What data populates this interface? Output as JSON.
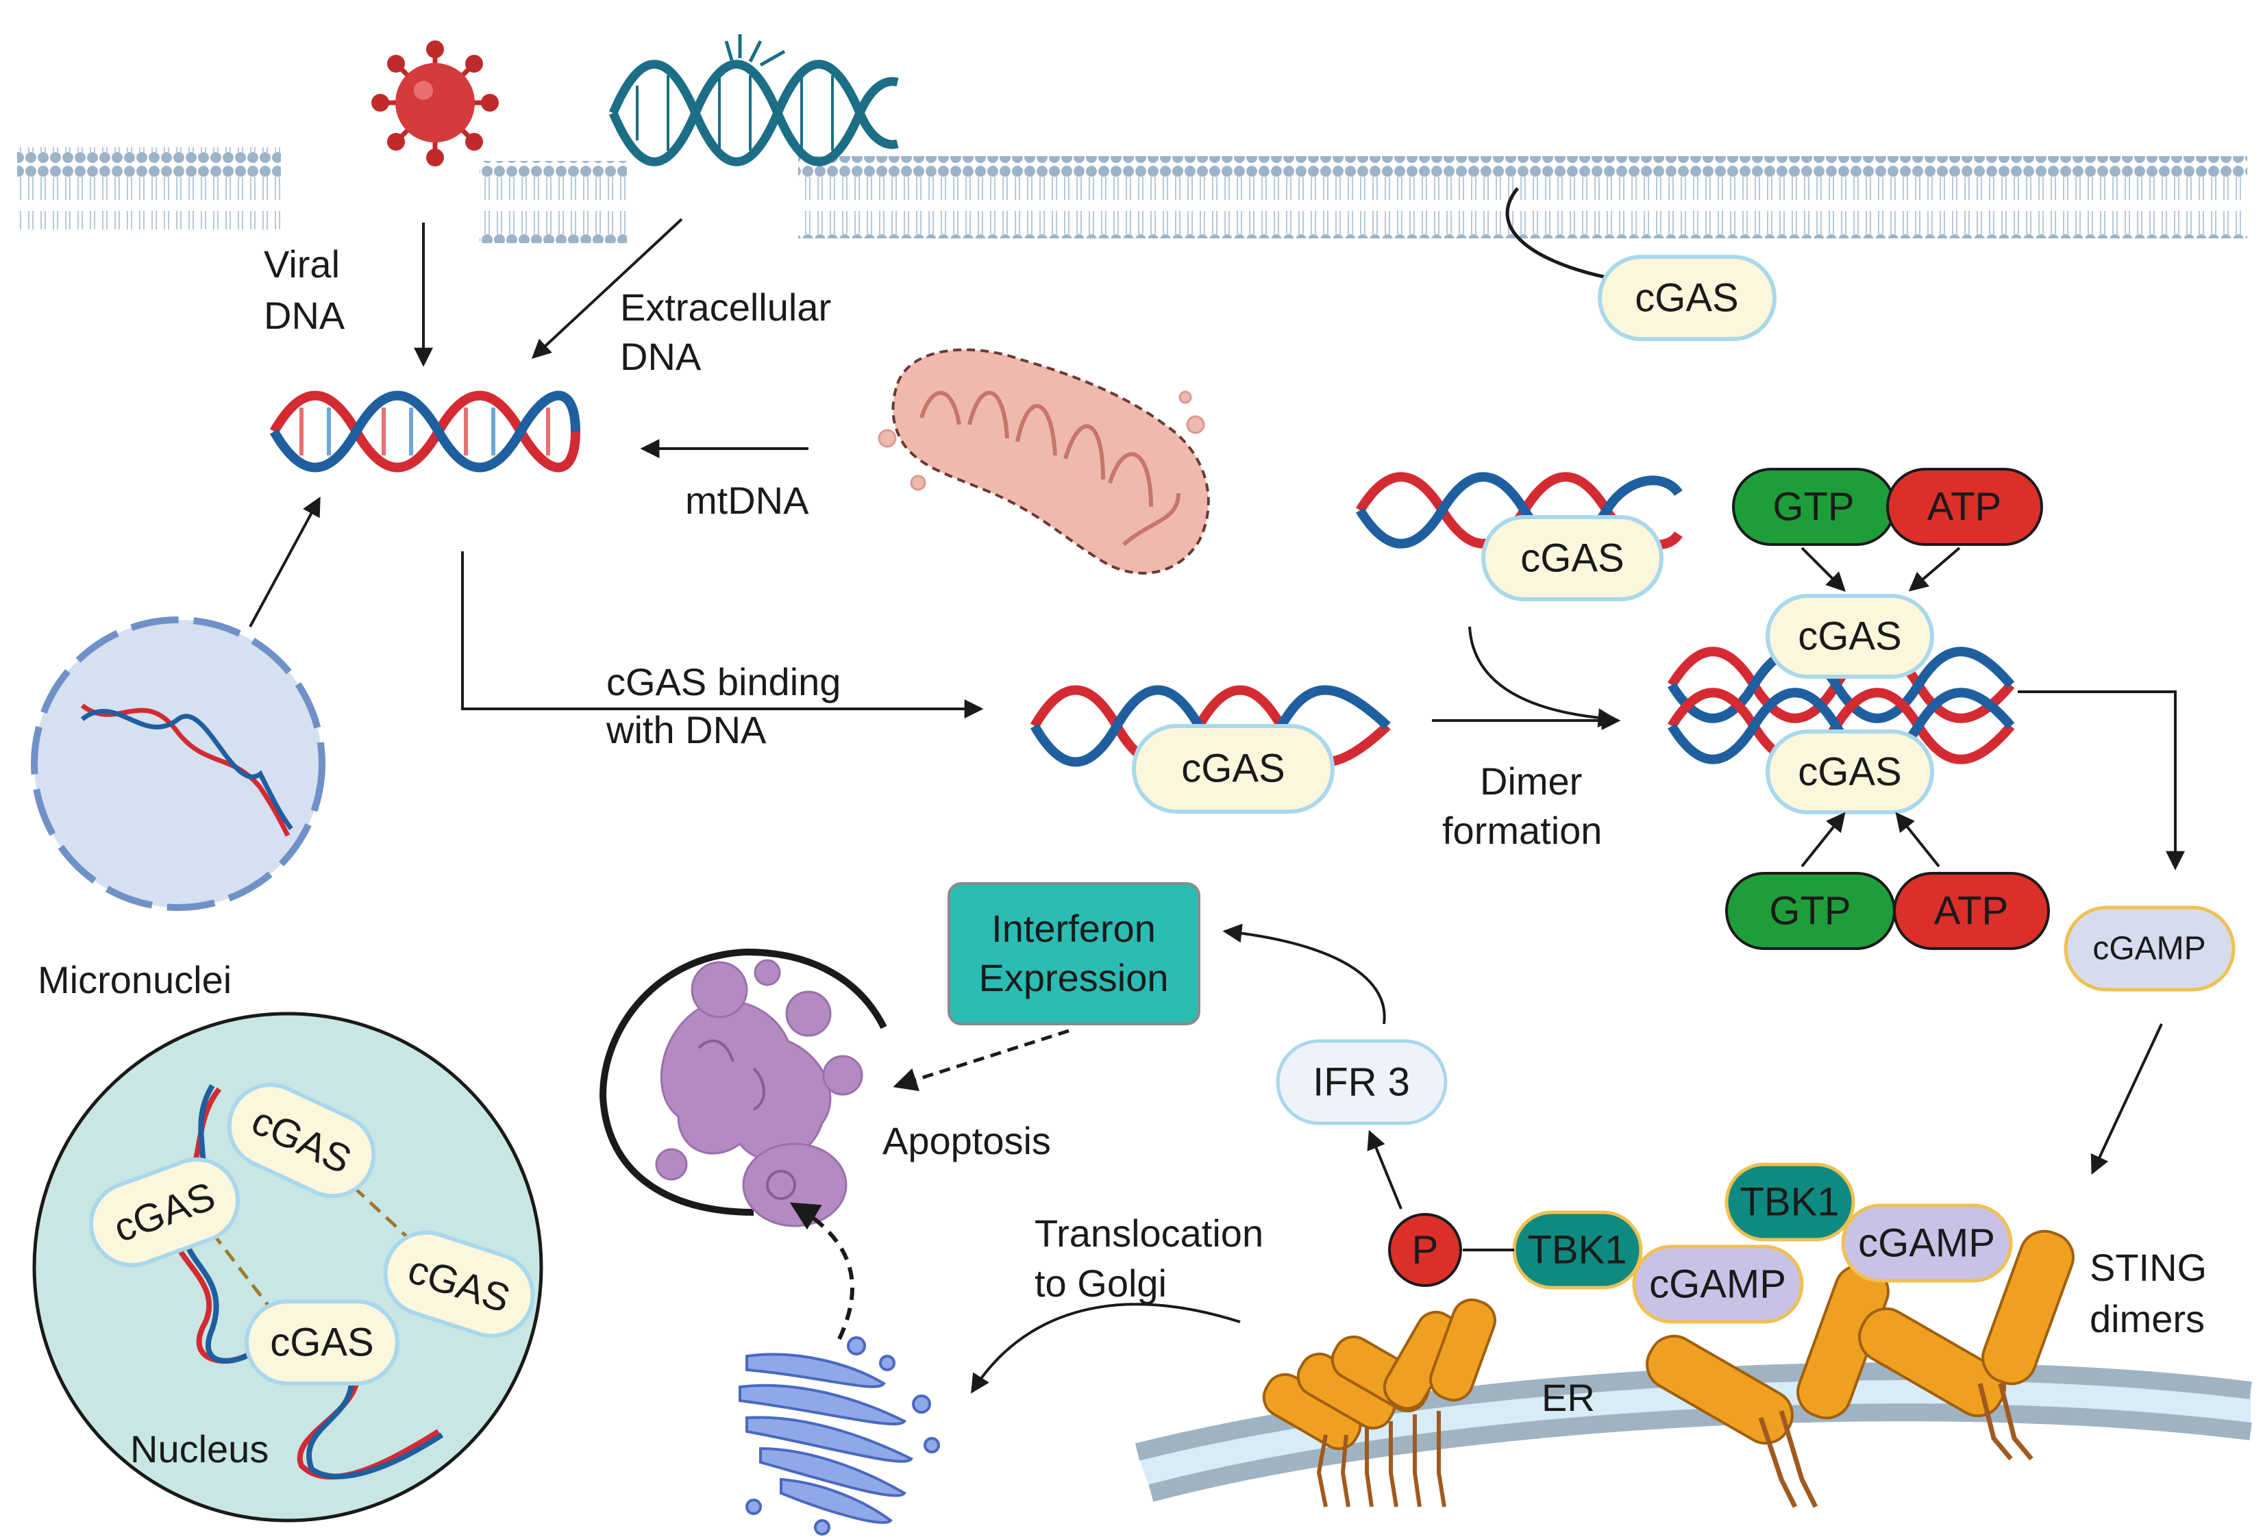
{
  "labels": {
    "viral_dna_1": "Viral",
    "viral_dna_2": "DNA",
    "extracellular_1": "Extracellular",
    "extracellular_2": "DNA",
    "mtdna": "mtDNA",
    "micronuclei": "Micronuclei",
    "nucleus": "Nucleus",
    "binding_1": "cGAS binding",
    "binding_2": "with DNA",
    "dimer_1": "Dimer",
    "dimer_2": "formation",
    "apoptosis": "Apoptosis",
    "translocation_1": "Translocation",
    "translocation_2": "to Golgi",
    "er": "ER",
    "sting_1": "STING",
    "sting_2": "dimers",
    "interferon_1": "Interferon",
    "interferon_2": "Expression"
  },
  "pills": {
    "cgas_membrane": "cGAS",
    "cgas_top_dna": "cGAS",
    "cgas_binding": "cGAS",
    "cgas_dimer_top": "cGAS",
    "cgas_dimer_bottom": "cGAS",
    "gtp_top": "GTP",
    "atp_top": "ATP",
    "gtp_bottom": "GTP",
    "atp_bottom": "ATP",
    "cgamp_free": "cGAMP",
    "ifr3": "IFR 3",
    "p": "P",
    "tbk1_left": "TBK1",
    "tbk1_right": "TBK1",
    "cgamp_left": "cGAMP",
    "cgamp_right": "cGAMP",
    "nucleus_cgas_1": "cGAS",
    "nucleus_cgas_2": "cGAS",
    "nucleus_cgas_3": "cGAS",
    "nucleus_cgas_4": "cGAS"
  },
  "colors": {
    "cgas_fill": "#fbf6dc",
    "cgas_stroke": "#a9d8ec",
    "gtp": "#1e9e3a",
    "atp": "#dc2f2a",
    "tbk1": "#0f8a80",
    "cgamp": "#c9c2e6",
    "interferon": "#2bbcb4",
    "sting": "#f0a020",
    "dna_red": "#d42a32",
    "dna_blue": "#1f5fa0",
    "membrane": "#9db3c8"
  }
}
